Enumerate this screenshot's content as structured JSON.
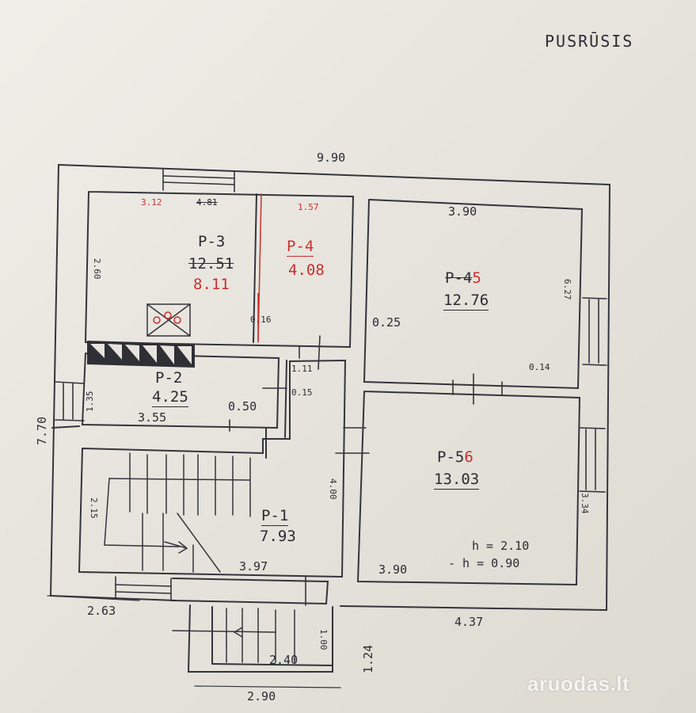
{
  "title": "PUSRŪSIS",
  "watermark": "aruodas.lt",
  "rooms": [
    {
      "id": "P-3",
      "area_old": "12.51",
      "area_new": "8.11"
    },
    {
      "id": "P-4",
      "area": "4.08"
    },
    {
      "id": "P-4",
      "id_suffix": "5",
      "area": "12.76"
    },
    {
      "id": "P-2",
      "area": "4.25"
    },
    {
      "id": "P-1",
      "area": "7.93"
    },
    {
      "id": "P-5",
      "id_suffix": "6",
      "area": "13.03"
    }
  ],
  "heights": {
    "h1": "h = 2.10",
    "h2": "- h = 0.90"
  },
  "dimensions": {
    "total_width": "9.90",
    "total_depth": "7.70",
    "d_3_90_top": "3.90",
    "d_3_12": "3.12",
    "d_4_81": "4.81",
    "d_1_57": "1.57",
    "d_2_60": "2.60",
    "d_0_16": "0.16",
    "d_0_25": "0.25",
    "d_6_27": "6.27",
    "d_0_14": "0.14",
    "d_1_11": "1.11",
    "d_0_15": "0.15",
    "d_1_35": "1.35",
    "d_3_55": "3.55",
    "d_0_50": "0.50",
    "d_2_15": "2.15",
    "d_4_00": "4.00",
    "d_3_34": "3.34",
    "d_3_97": "3.97",
    "d_3_90_bottom": "3.90",
    "d_2_63": "2.63",
    "d_4_37": "4.37",
    "d_1_24": "1.24",
    "d_2_40": "2.40",
    "d_1_00": "1.00",
    "d_2_90": "2.90"
  }
}
